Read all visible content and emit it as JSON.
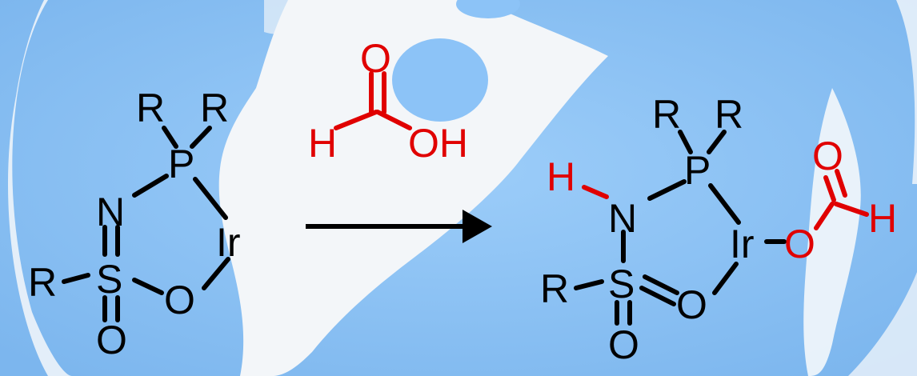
{
  "colors": {
    "background": "#8cc3f7",
    "paint": "#f3f6f9",
    "structure": "#000000",
    "highlight": "#e00000"
  },
  "reactant": {
    "R1": "R",
    "R2": "R",
    "P": "P",
    "N": "N",
    "Ir": "Ir",
    "S": "S",
    "R3": "R",
    "O_ring": "O",
    "O_sulfonyl": "O"
  },
  "reagent": {
    "O": "O",
    "H": "H",
    "OH": "OH"
  },
  "product": {
    "R1": "R",
    "R2": "R",
    "P": "P",
    "H": "H",
    "N": "N",
    "Ir": "Ir",
    "O_formate": "O",
    "O_carbonyl": "O",
    "H_formyl": "H",
    "R3": "R",
    "S": "S",
    "O_ring": "O",
    "O_sulfonyl": "O"
  },
  "arrow": {
    "icon": "right-arrow-icon"
  }
}
